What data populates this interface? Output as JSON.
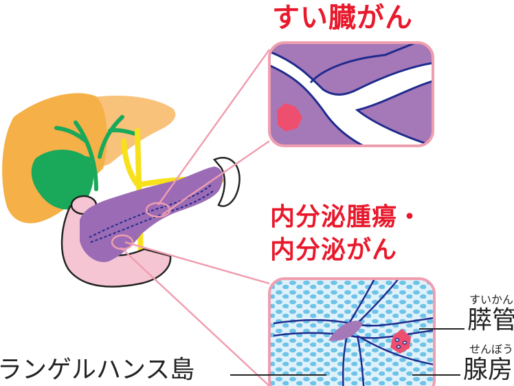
{
  "titles": {
    "pancreatic_cancer": "すい臓がん",
    "net_line1": "内分泌腫瘍・",
    "net_line2": "内分泌がん"
  },
  "labels": {
    "duct": {
      "text": "膵管",
      "ruby": "すいかん"
    },
    "acinar": {
      "text": "腺房",
      "ruby": "せんぼう"
    },
    "islet": {
      "text": "ランゲルハンス島"
    }
  },
  "colors": {
    "title_red": "#e8192c",
    "pancreas_purple": "#9b6bb5",
    "duodenum_pink": "#f6c5d3",
    "liver_orange": "#f5b048",
    "gallbladder_green": "#1aa85a",
    "bile_duct_yellow": "#f7e11c",
    "cell_blue": "#6ec3e8",
    "tumor_pink": "#ef4f6e",
    "callout_frame": "#ef9eb0"
  }
}
